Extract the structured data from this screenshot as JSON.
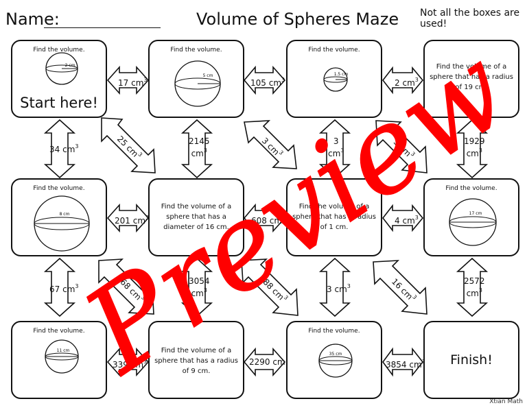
{
  "header": {
    "name_label": "Name:",
    "title": "Volume of Spheres Maze",
    "note": "Not all the boxes are used!"
  },
  "watermark": {
    "text": "Preview",
    "color": "#ff0000"
  },
  "credit": "Xtian Math",
  "boxes": {
    "r1c1": {
      "find": "Find the volume.",
      "dim": "2 cm",
      "label": "Start here!"
    },
    "r1c2": {
      "find": "Find the volume.",
      "dim": "5 cm"
    },
    "r1c3": {
      "find": "Find the volume.",
      "dim": "1.5 cm"
    },
    "r1c4": {
      "text": "Find the volume of a sphere that has a radius of 19 cm."
    },
    "r2c1": {
      "find": "Find the volume.",
      "dim": "8 cm"
    },
    "r2c2": {
      "text": "Find the volume of a sphere that has a diameter of 16 cm."
    },
    "r2c3": {
      "text": "Find the volume of a sphere that has a radius of 1 cm."
    },
    "r2c4": {
      "find": "Find the volume.",
      "dim": "17 cm"
    },
    "r3c1": {
      "find": "Find the volume.",
      "dim": "11 cm"
    },
    "r3c2": {
      "text": "Find the volume of a sphere that has a radius of 9 cm."
    },
    "r3c3": {
      "find": "Find the volume.",
      "dim": "35 cm"
    },
    "r3c4": {
      "label": "Finish!"
    }
  },
  "arrows": {
    "h_r1_12": "17",
    "h_r1_23": "105",
    "h_r1_34": "2",
    "h_r2_12": "201",
    "h_r2_23": "608",
    "h_r2_34": "4",
    "h_r3_12": "339",
    "h_r3_23": "2290",
    "h_r3_34": "3854",
    "v_r12_c1": "34",
    "v_r12_c2": "2145",
    "v_r12_c3": "3",
    "v_r12_c4": "1929",
    "v_r23_c1": "67",
    "v_r23_c2": "3054",
    "v_r23_c3": "3",
    "v_r23_c4": "2572",
    "d_r12_a": "25",
    "d_r12_b": "3",
    "d_r12_c": "5",
    "d_r23_a": "268",
    "d_r23_b": "288",
    "d_r23_c": "16",
    "unit": "cm",
    "exp": "3"
  }
}
